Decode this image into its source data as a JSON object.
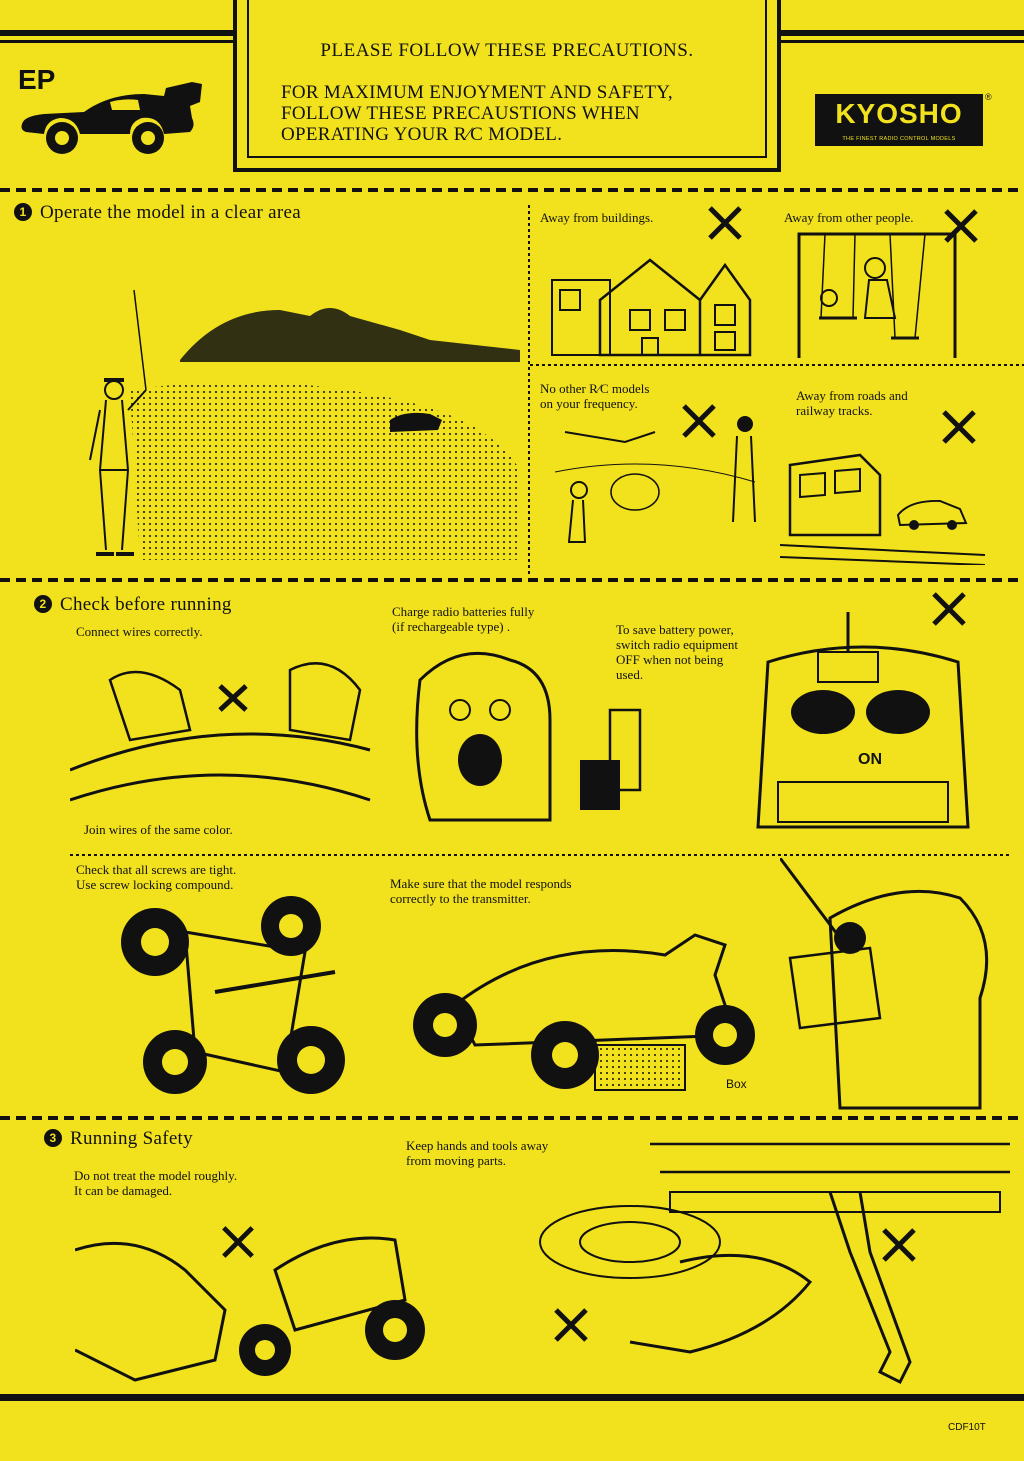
{
  "header": {
    "badge": "EP",
    "title": "PLEASE FOLLOW THESE PRECAUTIONS.",
    "lines": [
      "FOR MAXIMUM ENJOYMENT AND SAFETY,",
      "FOLLOW THESE PRECAUSTIONS WHEN",
      "OPERATING YOUR R∕C MODEL."
    ],
    "logo_text": "KYOSHO",
    "logo_tagline": "THE FINEST RADIO CONTROL MODELS",
    "logo_reg": "®"
  },
  "section1": {
    "number": "1",
    "title": "Operate the model in a clear area",
    "captions": {
      "buildings": "Away from buildings.",
      "people": "Away from other people.",
      "frequency": [
        "No other R∕C models",
        "on your frequency."
      ],
      "roads": [
        "Away from roads and",
        "railway tracks."
      ]
    }
  },
  "section2": {
    "number": "2",
    "title": "Check before running",
    "captions": {
      "connect": "Connect wires correctly.",
      "join": "Join wires of the same color.",
      "charge": [
        "Charge radio batteries fully",
        "(if rechargeable type) ."
      ],
      "save_power": [
        "To save battery power,",
        "switch radio equipment",
        "OFF when not being",
        "used."
      ],
      "on_label": "ON",
      "screws": [
        "Check that all screws are tight.",
        "Use screw locking compound."
      ],
      "responds": [
        "Make sure that the model responds",
        "correctly to the transmitter."
      ],
      "box": "Box"
    }
  },
  "section3": {
    "number": "3",
    "title": "Running Safety",
    "captions": {
      "roughly": [
        "Do not treat the model roughly.",
        "It can be damaged."
      ],
      "hands": [
        "Keep hands and tools away",
        "from moving parts."
      ]
    }
  },
  "footer": {
    "code": "CDF10T"
  },
  "colors": {
    "background": "#f2e21e",
    "ink": "#111111"
  },
  "icons": [
    "car-silhouette-icon",
    "x-mark-icon"
  ]
}
